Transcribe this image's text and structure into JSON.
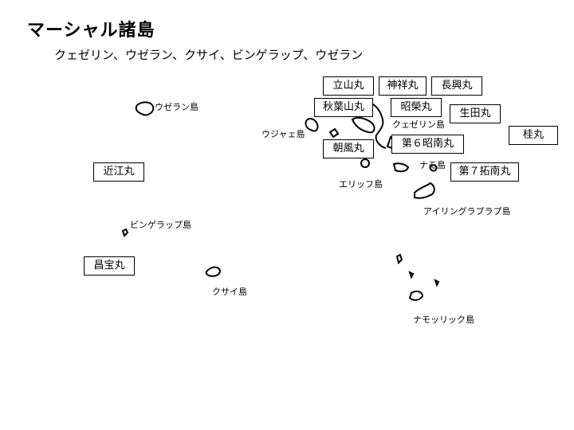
{
  "title": "マーシャル諸島",
  "subtitle": "クェゼリン、ウゼラン、クサイ、ビンゲラップ、ウゼラン",
  "islands": {
    "uzeran": "ウゼラン島",
    "ujae": "ウジャェ島",
    "kwajalein": "クェゼリン島",
    "namo": "ナモ島",
    "erikku": "エリッフ島",
    "ailinglaplap": "アイリングラプラプ島",
    "bingelap": "ビンゲラップ島",
    "kusai": "クサイ島",
    "namorikku": "ナモッリック島"
  },
  "ships": {
    "tateyama": "立山丸",
    "shinsho": "神祥丸",
    "choko": "長興丸",
    "akibasan": "秋葉山丸",
    "shoei": "昭榮丸",
    "ikuta": "生田丸",
    "katsura": "桂丸",
    "asakaze": "朝風丸",
    "shonan6": "第６昭南丸",
    "takunan7": "第７拓南丸",
    "omi": "近江丸",
    "shoho": "昌宝丸"
  }
}
